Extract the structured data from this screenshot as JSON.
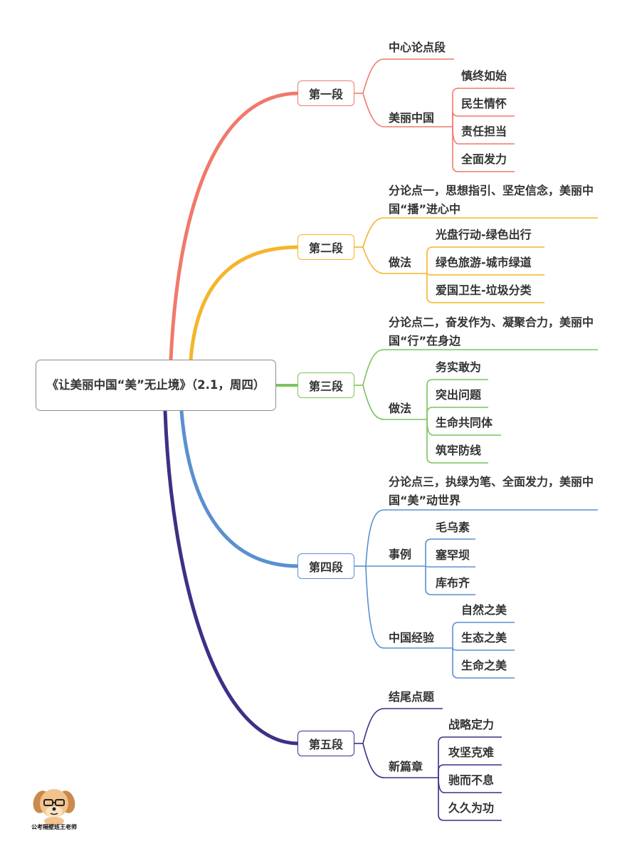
{
  "title": "《让美丽中国“美”无止境》（2.1，周四）",
  "sections": [
    {
      "label": "第一段",
      "color": "#f0796b",
      "children": [
        {
          "label": "中心论点段"
        },
        {
          "label": "美丽中国",
          "children": [
            "慎终如始",
            "民生情怀",
            "责任担当",
            "全面发力"
          ]
        }
      ]
    },
    {
      "label": "第二段",
      "color": "#f4b52a",
      "children": [
        {
          "label": "分论点一，思想指引、坚定信念，美丽中国“播”进心中"
        },
        {
          "label": "做法",
          "children": [
            "光盘行动-绿色出行",
            "绿色旅游-城市绿道",
            "爱国卫生-垃圾分类"
          ]
        }
      ]
    },
    {
      "label": "第三段",
      "color": "#7cc35e",
      "children": [
        {
          "label": "分论点二，奋发作为、凝聚合力，美丽中国“行”在身边"
        },
        {
          "label": "做法",
          "children": [
            "务实敢为",
            "突出问题",
            "生命共同体",
            "筑牢防线"
          ]
        }
      ]
    },
    {
      "label": "第四段",
      "color": "#5b8fd0",
      "children": [
        {
          "label": "分论点三，执绿为笔、全面发力，美丽中国“美”动世界"
        },
        {
          "label": "事例",
          "children": [
            "毛乌素",
            "塞罕坝",
            "库布齐"
          ]
        },
        {
          "label": "中国经验",
          "children": [
            "自然之美",
            "生态之美",
            "生命之美"
          ]
        }
      ]
    },
    {
      "label": "第五段",
      "color": "#3e2f86",
      "children": [
        {
          "label": "结尾点题"
        },
        {
          "label": "新篇章",
          "children": [
            "战略定力",
            "攻坚克难",
            "驰而不息",
            "久久为功"
          ]
        }
      ]
    }
  ],
  "watermark": "公考隔壁班王老师"
}
